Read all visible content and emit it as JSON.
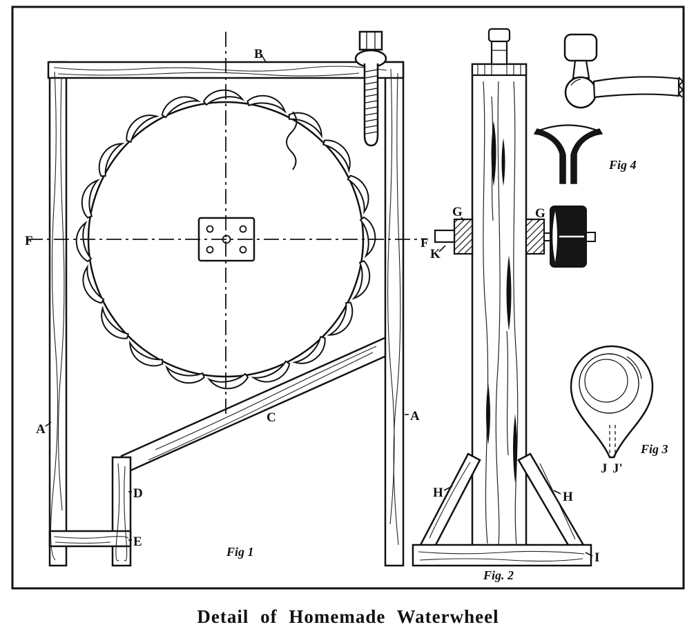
{
  "page": {
    "title": "Detail of Homemade Waterwheel"
  },
  "fig1": {
    "caption": "Fig 1",
    "labels": {
      "a_left": "A",
      "a_right": "A",
      "b": "B",
      "c": "C",
      "d": "D",
      "e": "E",
      "f_left": "F",
      "f_right": "F"
    }
  },
  "fig2": {
    "caption": "Fig. 2",
    "labels": {
      "g_left": "G",
      "g_right": "G",
      "h_left": "H",
      "h_right": "H",
      "i": "I",
      "k": "K"
    }
  },
  "fig3": {
    "caption": "Fig 3",
    "labels": {
      "j": "J",
      "j_prime": "J'"
    }
  },
  "fig4": {
    "caption": "Fig 4"
  }
}
